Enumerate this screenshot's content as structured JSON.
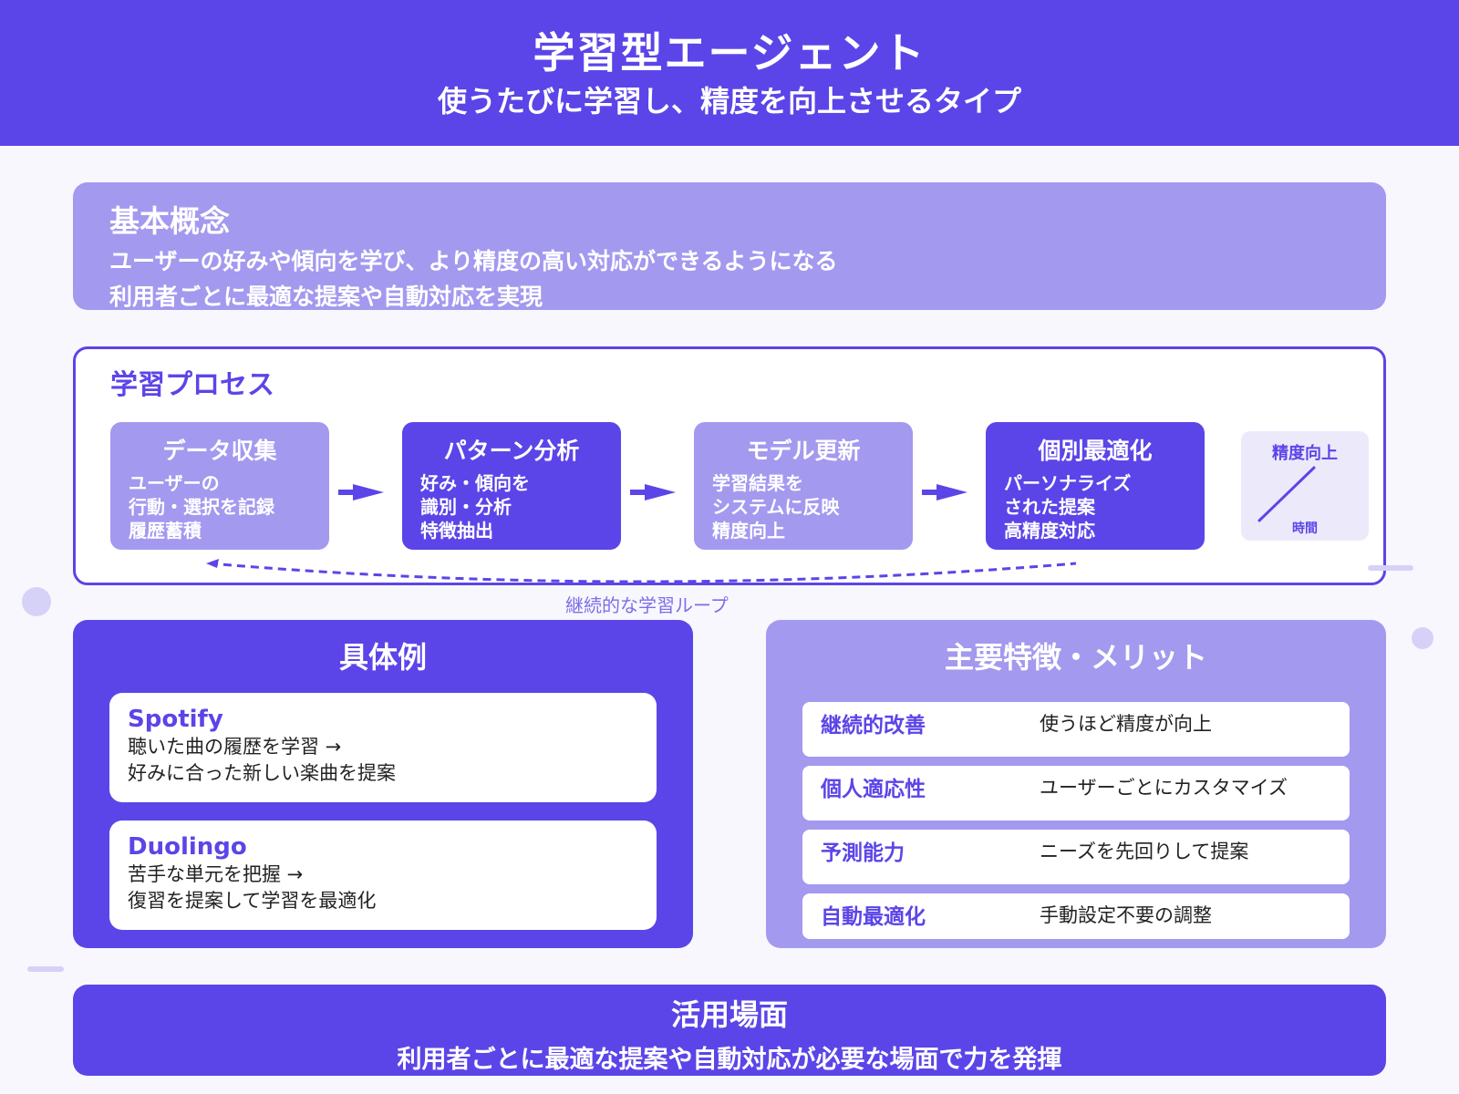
{
  "header": {
    "title": "学習型エージェント",
    "subtitle": "使うたびに学習し、精度を向上させるタイプ"
  },
  "concept": {
    "heading": "基本概念",
    "lines": [
      "ユーザーの好みや傾向を学び、より精度の高い対応ができるようになる",
      "利用者ごとに最適な提案や自動対応を実現"
    ]
  },
  "process": {
    "heading": "学習プロセス",
    "steps": [
      {
        "title": "データ収集",
        "lines": [
          "ユーザーの",
          "行動・選択を記録",
          "履歴蓄積"
        ]
      },
      {
        "title": "パターン分析",
        "lines": [
          "好み・傾向を",
          "識別・分析",
          "特徴抽出"
        ]
      },
      {
        "title": "モデル更新",
        "lines": [
          "学習結果を",
          "システムに反映",
          "精度向上"
        ]
      },
      {
        "title": "個別最適化",
        "lines": [
          "パーソナライズ",
          "された提案",
          "高精度対応"
        ]
      }
    ],
    "mini_chart": {
      "title": "精度向上",
      "x_label": "時間"
    },
    "loop_label": "継続的な学習ループ"
  },
  "examples": {
    "heading": "具体例",
    "items": [
      {
        "name": "Spotify",
        "lines": [
          "聴いた曲の履歴を学習 →",
          "好みに合った新しい楽曲を提案"
        ]
      },
      {
        "name": "Duolingo",
        "lines": [
          "苦手な単元を把握 →",
          "復習を提案して学習を最適化"
        ]
      }
    ]
  },
  "features": {
    "heading": "主要特徴・メリット",
    "rows": [
      {
        "key": "継続的改善",
        "value": "使うほど精度が向上"
      },
      {
        "key": "個人適応性",
        "value": "ユーザーごとにカスタマイズ"
      },
      {
        "key": "予測能力",
        "value": "ニーズを先回りして提案"
      },
      {
        "key": "自動最適化",
        "value": "手動設定不要の調整"
      }
    ]
  },
  "usage": {
    "heading": "活用場面",
    "description": "利用者ごとに最適な提案や自動対応が必要な場面で力を発揮"
  },
  "colors": {
    "primary": "#5b45e8",
    "light": "#a399ef",
    "pale": "#ece9fb",
    "background": "#f8f7fd"
  }
}
